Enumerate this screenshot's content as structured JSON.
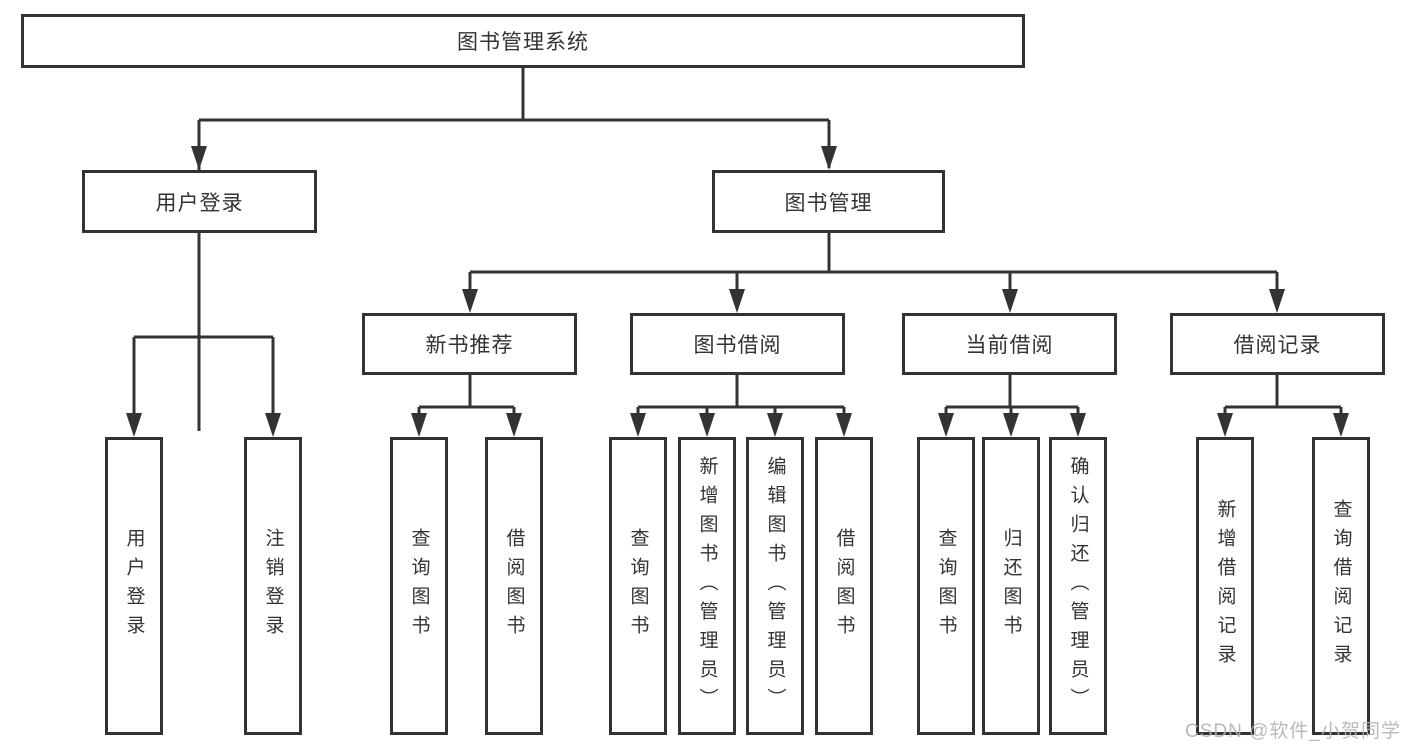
{
  "diagram": {
    "root": {
      "label": "图书管理系统"
    },
    "level2": [
      {
        "label": "用户登录",
        "children": [
          {
            "label": "用户登录"
          },
          {
            "label": "注销登录"
          }
        ]
      },
      {
        "label": "图书管理",
        "children": [
          {
            "label": "新书推荐",
            "children": [
              {
                "label": "查询图书"
              },
              {
                "label": "借阅图书"
              }
            ]
          },
          {
            "label": "图书借阅",
            "children": [
              {
                "label": "查询图书"
              },
              {
                "label": "新增图书（管理员）"
              },
              {
                "label": "编辑图书（管理员）"
              },
              {
                "label": "借阅图书"
              }
            ]
          },
          {
            "label": "当前借阅",
            "children": [
              {
                "label": "查询图书"
              },
              {
                "label": "归还图书"
              },
              {
                "label": "确认归还（管理员）"
              }
            ]
          },
          {
            "label": "借阅记录",
            "children": [
              {
                "label": "新增借阅记录"
              },
              {
                "label": "查询借阅记录"
              }
            ]
          }
        ]
      }
    ]
  },
  "watermark": {
    "text": "CSDN @软件_小贺同学"
  },
  "colors": {
    "line": "#333333",
    "box_border": "#333333",
    "text": "#333333",
    "background": "#ffffff",
    "watermark": "#b2b2b2"
  }
}
